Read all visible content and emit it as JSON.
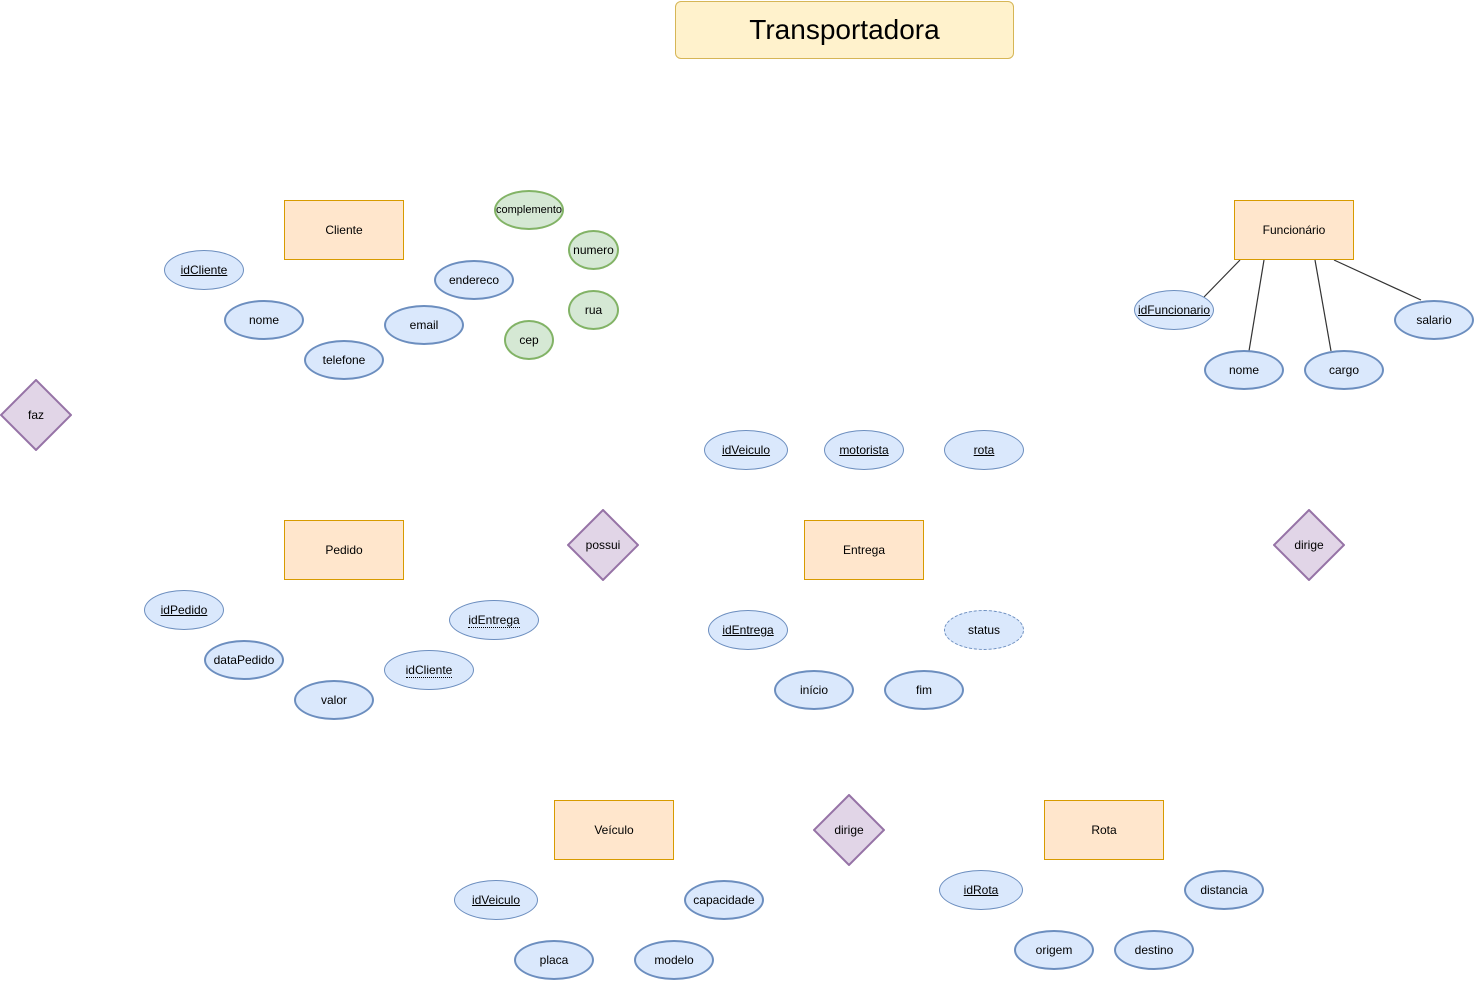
{
  "title": "Transportadora",
  "entities": {
    "cliente": "Cliente",
    "funcionario": "Funcionário",
    "pedido": "Pedido",
    "entrega": "Entrega",
    "veiculo": "Veículo",
    "rota": "Rota"
  },
  "relationships": {
    "faz": "faz",
    "possui": "possui",
    "dirige_right": "dirige",
    "dirige_bottom": "dirige"
  },
  "attributes": {
    "cliente": {
      "id": "idCliente",
      "nome": "nome",
      "telefone": "telefone",
      "email": "email",
      "endereco": "endereco",
      "complemento": "complemento",
      "numero": "numero",
      "rua": "rua",
      "cep": "cep"
    },
    "funcionario": {
      "id": "idFuncionario",
      "nome": "nome",
      "cargo": "cargo",
      "salario": "salario"
    },
    "entrega_top": {
      "idVeiculo": "idVeiculo",
      "motorista": "motorista",
      "rota": "rota"
    },
    "pedido": {
      "id": "idPedido",
      "dataPedido": "dataPedido",
      "valor": "valor",
      "idCliente": "idCliente",
      "idEntrega": "idEntrega"
    },
    "entrega": {
      "id": "idEntrega",
      "status": "status",
      "inicio": "início",
      "fim": "fim"
    },
    "veiculo": {
      "id": "idVeiculo",
      "capacidade": "capacidade",
      "placa": "placa",
      "modelo": "modelo"
    },
    "rota": {
      "id": "idRota",
      "distancia": "distancia",
      "origem": "origem",
      "destino": "destino"
    }
  },
  "colors": {
    "title_fill": "#fff2cc",
    "title_stroke": "#d6b656",
    "entity_fill": "#ffe6cc",
    "entity_stroke": "#d79b00",
    "attribute_fill": "#dae8fc",
    "attribute_stroke": "#6c8ebf",
    "composite_fill": "#d5e8d4",
    "composite_stroke": "#82b366",
    "relationship_fill": "#e1d5e7",
    "relationship_stroke": "#9673a6"
  }
}
